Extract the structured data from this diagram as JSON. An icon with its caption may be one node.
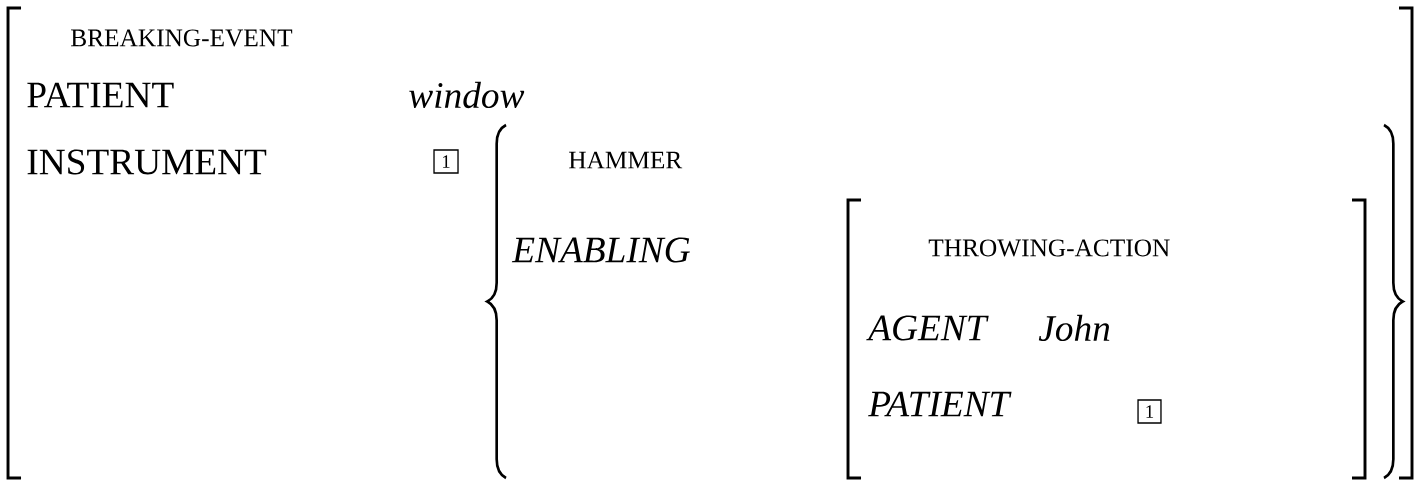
{
  "diagram": {
    "nodes": [
      {
        "text": [
          "BREAKING-EVENT",
          "PATIENT",
          "window",
          "INSTRUMENT"
        ]
      },
      {
        "text": [
          "1"
        ],
        "in": 0
      },
      {
        "text": [
          "HAMMER",
          "ENABLING"
        ],
        "in": 0
      },
      {
        "text": [
          "THROWING-ACTION",
          "AGENT",
          "John",
          "PATIENT"
        ],
        "in": 2
      },
      {
        "text": [
          "1"
        ],
        "in": 3
      }
    ]
  }
}
